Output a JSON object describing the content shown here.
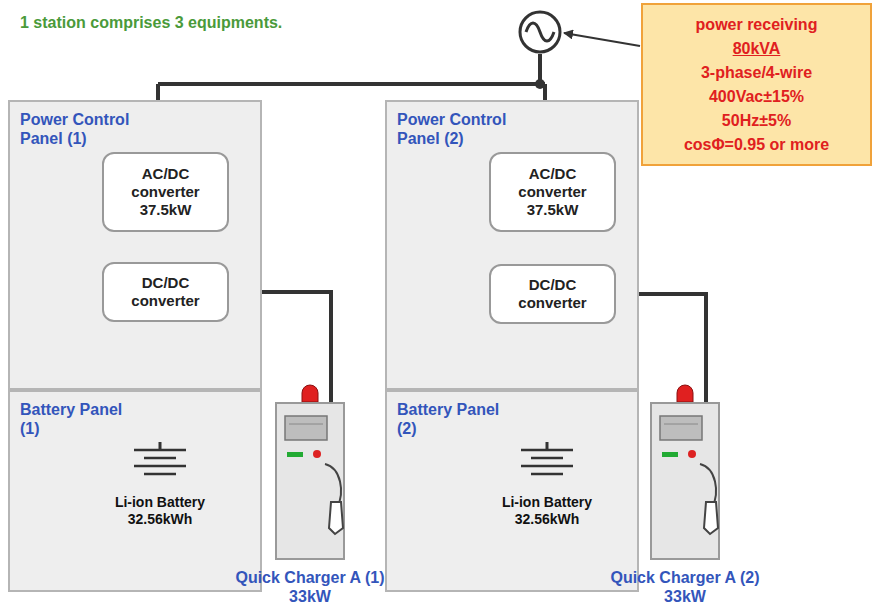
{
  "diagram": {
    "nodes": [
      {
        "text": [
          "Power Control Panel (1)"
        ]
      },
      {
        "text": [
          "AC/DC converter",
          "37.5kW"
        ],
        "in": 0
      },
      {
        "text": [
          "DC/DC converter"
        ],
        "in": 0
      },
      {
        "text": [
          "Battery Panel (1)"
        ]
      },
      {
        "text": [
          "Li-ion Battery 32.56kWh"
        ],
        "in": 3
      },
      {
        "text": [
          "Quick Charger A (1) 33kW"
        ]
      },
      {
        "text": [
          "Power Control Panel (2)"
        ]
      },
      {
        "text": [
          "AC/DC converter",
          "37.5kW"
        ],
        "in": 6
      },
      {
        "text": [
          "DC/DC converter"
        ],
        "in": 6
      },
      {
        "text": [
          "Battery Panel (2)"
        ]
      },
      {
        "text": [
          "Li-ion Battery 32.56kWh"
        ],
        "in": 9
      },
      {
        "text": [
          "Quick Charger A (2) 33kW"
        ]
      },
      {
        "text": [
          "power receiving",
          "80kVA",
          "3-phase/4-wire",
          "400Vac±15%",
          "50Hz±5%",
          "cosΦ=0.95 or more"
        ]
      }
    ],
    "edges": [
      {
        "from": 1,
        "to": 2,
        "arrow": "none"
      },
      {
        "from": 2,
        "to": 4,
        "arrow": "none"
      },
      {
        "from": 2,
        "to": 5,
        "arrow": "none"
      },
      {
        "from": 7,
        "to": 8,
        "arrow": "none"
      },
      {
        "from": 8,
        "to": 10,
        "arrow": "none"
      },
      {
        "from": 8,
        "to": 11,
        "arrow": "none"
      }
    ],
    "labels": [
      "1 station comprises 3 equipments."
    ]
  }
}
